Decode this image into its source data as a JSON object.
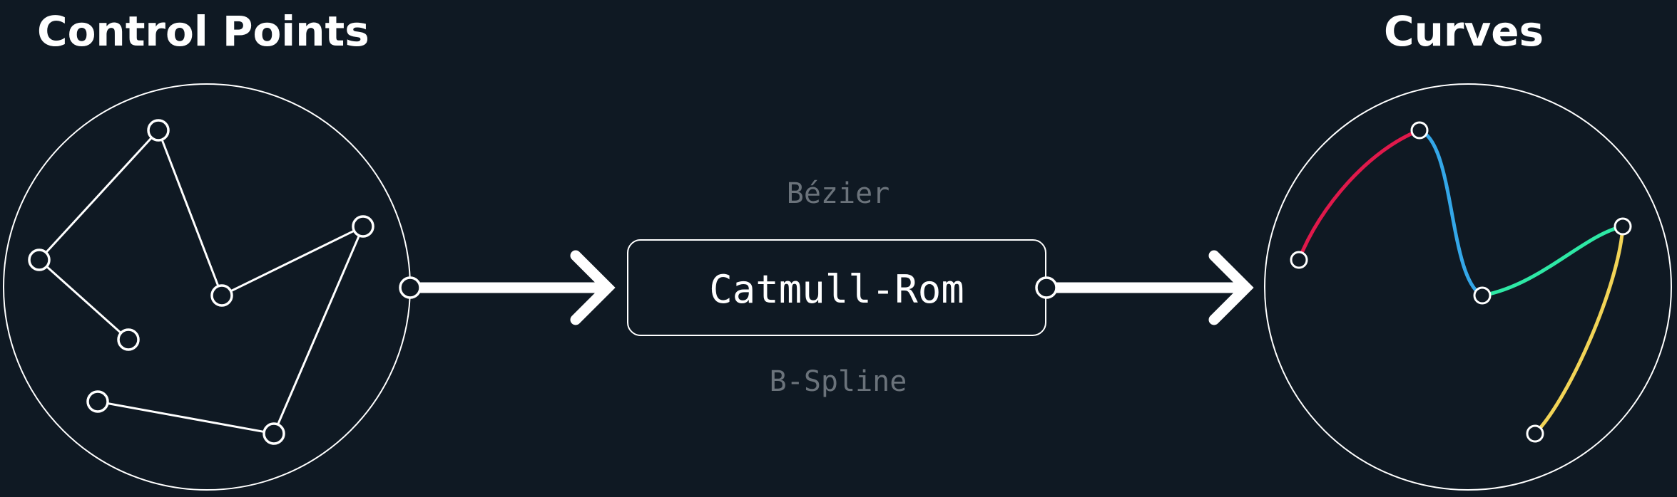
{
  "headings": {
    "control_points": "Control Points",
    "curves": "Curves"
  },
  "algorithms": {
    "above": "Bézier",
    "selected": "Catmull-Rom",
    "below": "B-Spline"
  },
  "colors": {
    "background": "#0f1923",
    "foreground": "#ffffff",
    "muted_text": "#6b737b",
    "segment_1": "#e0194b",
    "segment_2": "#34a7e8",
    "segment_3": "#2ee8a5",
    "segment_4": "#f2d457"
  }
}
